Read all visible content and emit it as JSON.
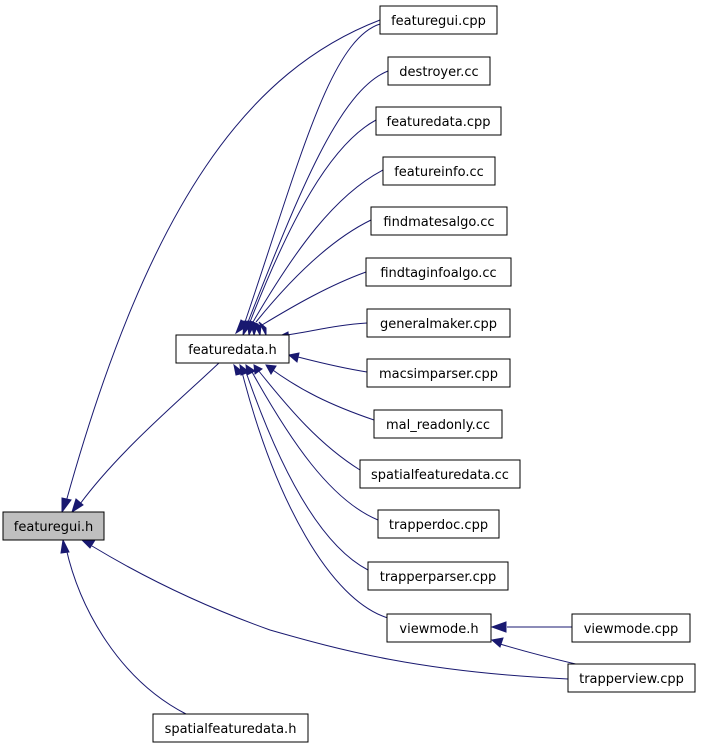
{
  "colors": {
    "edge": "#191970",
    "highlight_fill": "#bfbfbf",
    "node_fill": "#ffffff",
    "node_stroke": "#000000"
  },
  "nodes": {
    "featuregui_h": "featuregui.h",
    "featuredata_h": "featuredata.h",
    "viewmode_h": "viewmode.h",
    "spatialfeaturedata_h": "spatialfeaturedata.h",
    "featuregui_cpp": "featuregui.cpp",
    "destroyer_cc": "destroyer.cc",
    "featuredata_cpp": "featuredata.cpp",
    "featureinfo_cc": "featureinfo.cc",
    "findmatesalgo_cc": "findmatesalgo.cc",
    "findtaginfoalgo_cc": "findtaginfoalgo.cc",
    "generalmaker_cpp": "generalmaker.cpp",
    "macsimparser_cpp": "macsimparser.cpp",
    "mal_readonly_cc": "mal_readonly.cc",
    "spatialfeaturedata_cc": "spatialfeaturedata.cc",
    "trapperdoc_cpp": "trapperdoc.cpp",
    "trapperparser_cpp": "trapperparser.cpp",
    "viewmode_cpp": "viewmode.cpp",
    "trapperview_cpp": "trapperview.cpp"
  }
}
